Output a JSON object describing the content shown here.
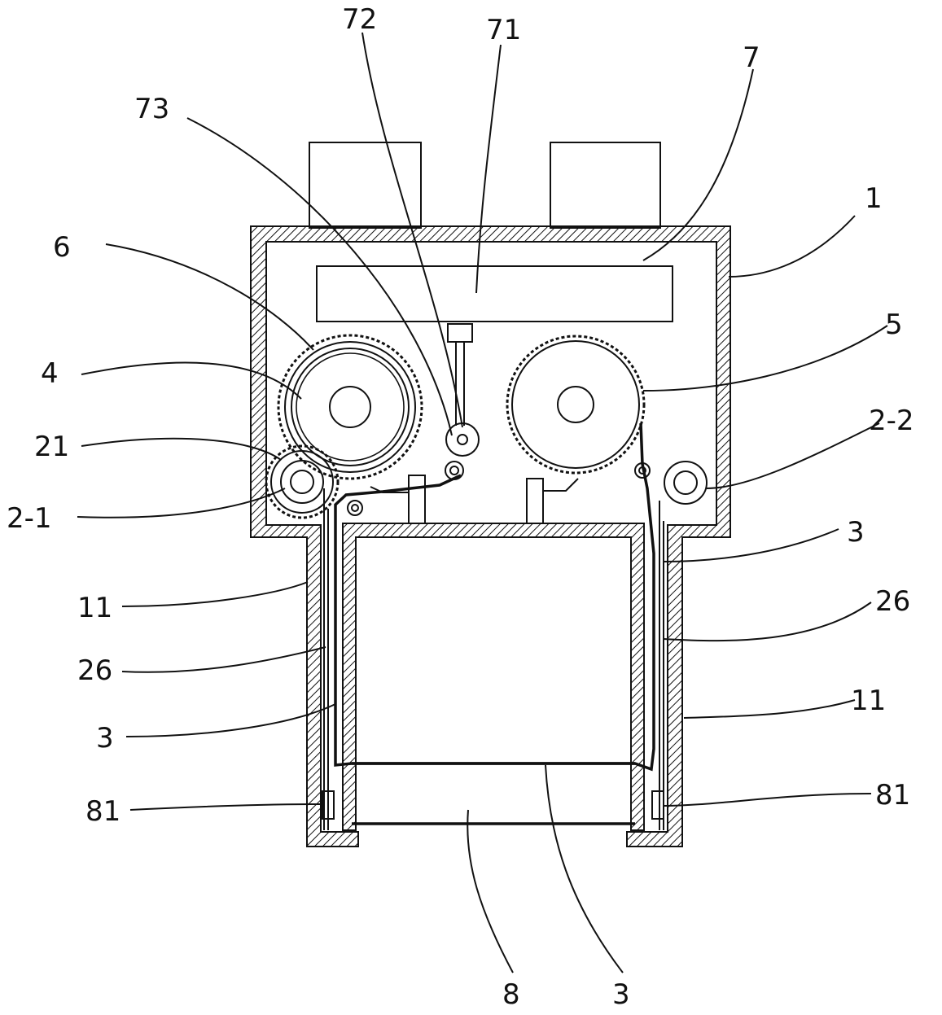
{
  "labels": {
    "l72": "72",
    "l71": "71",
    "l7": "7",
    "l73": "73",
    "l1": "1",
    "l6": "6",
    "l5": "5",
    "l4": "4",
    "l2_2": "2-2",
    "l21": "21",
    "l2_1": "2-1",
    "l3_right": "3",
    "l11_left": "11",
    "l26_right": "26",
    "l26_left": "26",
    "l3_left": "3",
    "l11_right": "11",
    "l81_left": "81",
    "l81_right": "81",
    "l8": "8",
    "l3_bottom": "3"
  },
  "colors": {
    "line": "#111111",
    "background": "#ffffff"
  }
}
